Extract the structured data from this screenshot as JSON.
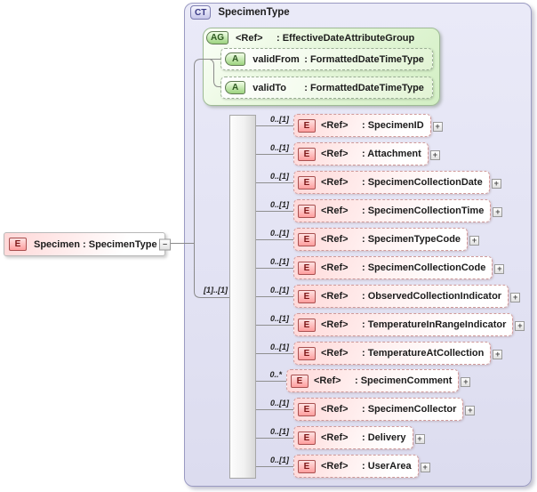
{
  "ui": {
    "expand_glyph": "+",
    "collapse_glyph": "−"
  },
  "colors": {
    "panel_fill": "#e4e4f5",
    "element_accent": "#cc6666",
    "attribute_accent": "#66aa55",
    "connector": "#8f8f8f"
  },
  "root_element": {
    "badge": "E",
    "label": "Specimen : SpecimenType"
  },
  "complex_type": {
    "badge": "CT",
    "title": "SpecimenType",
    "attribute_group": {
      "badge": "AG",
      "name": "<Ref>",
      "type": ": EffectiveDateAttributeGroup",
      "attributes": [
        {
          "badge": "A",
          "name": "validFrom",
          "type": ": FormattedDateTimeType"
        },
        {
          "badge": "A",
          "name": "validTo",
          "type": ": FormattedDateTimeType"
        }
      ]
    },
    "sequence": {
      "cardinality": "[1]..[1]"
    },
    "elements": [
      {
        "cardinality": "0..[1]",
        "badge": "E",
        "name": "<Ref>",
        "type": ": SpecimenID"
      },
      {
        "cardinality": "0..[1]",
        "badge": "E",
        "name": "<Ref>",
        "type": ": Attachment"
      },
      {
        "cardinality": "0..[1]",
        "badge": "E",
        "name": "<Ref>",
        "type": ": SpecimenCollectionDate"
      },
      {
        "cardinality": "0..[1]",
        "badge": "E",
        "name": "<Ref>",
        "type": ": SpecimenCollectionTime"
      },
      {
        "cardinality": "0..[1]",
        "badge": "E",
        "name": "<Ref>",
        "type": ": SpecimenTypeCode"
      },
      {
        "cardinality": "0..[1]",
        "badge": "E",
        "name": "<Ref>",
        "type": ": SpecimenCollectionCode"
      },
      {
        "cardinality": "0..[1]",
        "badge": "E",
        "name": "<Ref>",
        "type": ": ObservedCollectionIndicator"
      },
      {
        "cardinality": "0..[1]",
        "badge": "E",
        "name": "<Ref>",
        "type": ": TemperatureInRangeIndicator"
      },
      {
        "cardinality": "0..[1]",
        "badge": "E",
        "name": "<Ref>",
        "type": ": TemperatureAtCollection"
      },
      {
        "cardinality": "0..*",
        "badge": "E",
        "name": "<Ref>",
        "type": ": SpecimenComment"
      },
      {
        "cardinality": "0..[1]",
        "badge": "E",
        "name": "<Ref>",
        "type": ": SpecimenCollector"
      },
      {
        "cardinality": "0..[1]",
        "badge": "E",
        "name": "<Ref>",
        "type": ": Delivery"
      },
      {
        "cardinality": "0..[1]",
        "badge": "E",
        "name": "<Ref>",
        "type": ": UserArea"
      }
    ]
  }
}
